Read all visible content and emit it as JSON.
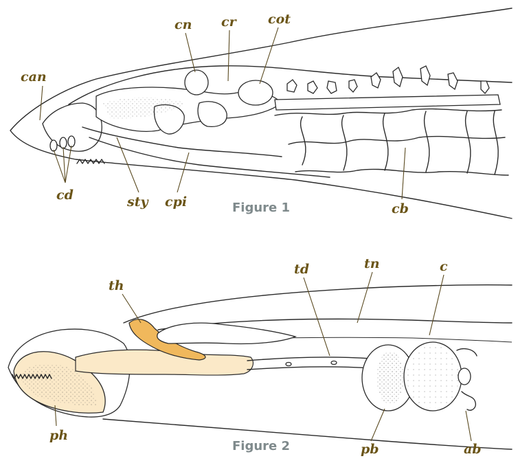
{
  "figure1": {
    "caption": "Figure 1",
    "labels": {
      "can": "can",
      "cn": "cn",
      "cr": "cr",
      "cot": "cot",
      "cd": "cd",
      "sty": "sty",
      "cpi": "cpi",
      "cb": "cb"
    }
  },
  "figure2": {
    "caption": "Figure 2",
    "labels": {
      "th": "th",
      "td": "td",
      "tn": "tn",
      "c": "c",
      "ph": "ph",
      "pb": "pb",
      "ab": "ab"
    }
  },
  "colors": {
    "label": "#6b5518",
    "caption": "#7f8a8c",
    "ink": "#2b2b2b",
    "highlight_orange": "#f0b85c",
    "highlight_cream": "#fbe9c8"
  }
}
